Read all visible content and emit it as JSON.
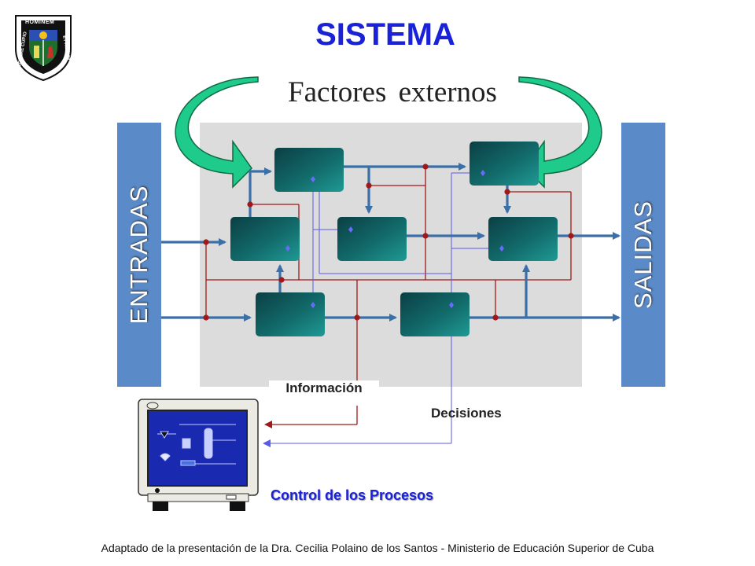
{
  "title": "SISTEMA",
  "subtitle": "Factores externos",
  "inputs_label": "ENTRADAS",
  "outputs_label": "SALIDAS",
  "information_label": "Información",
  "decisions_label": "Decisiones",
  "control_label": "Control de los Procesos",
  "footer": "Adaptado de la presentación de la Dra. Cecilia Polaino de los Santos - Ministerio de Educación Superior de Cuba",
  "logo": {
    "top_text": "HOMINEM",
    "left_text": "COLERE CUPIO",
    "right_text": "ET AGRUM"
  },
  "colors": {
    "title": "#1a22d8",
    "sidebar": "#5a8ac8",
    "process_box": "#126a6a",
    "flow_arrow": "#3a6fa8",
    "info_line": "#a01818",
    "decision_line": "#5a5ae8",
    "external_arrow": "#1ecb8a",
    "panel": "#dcdcdc"
  }
}
